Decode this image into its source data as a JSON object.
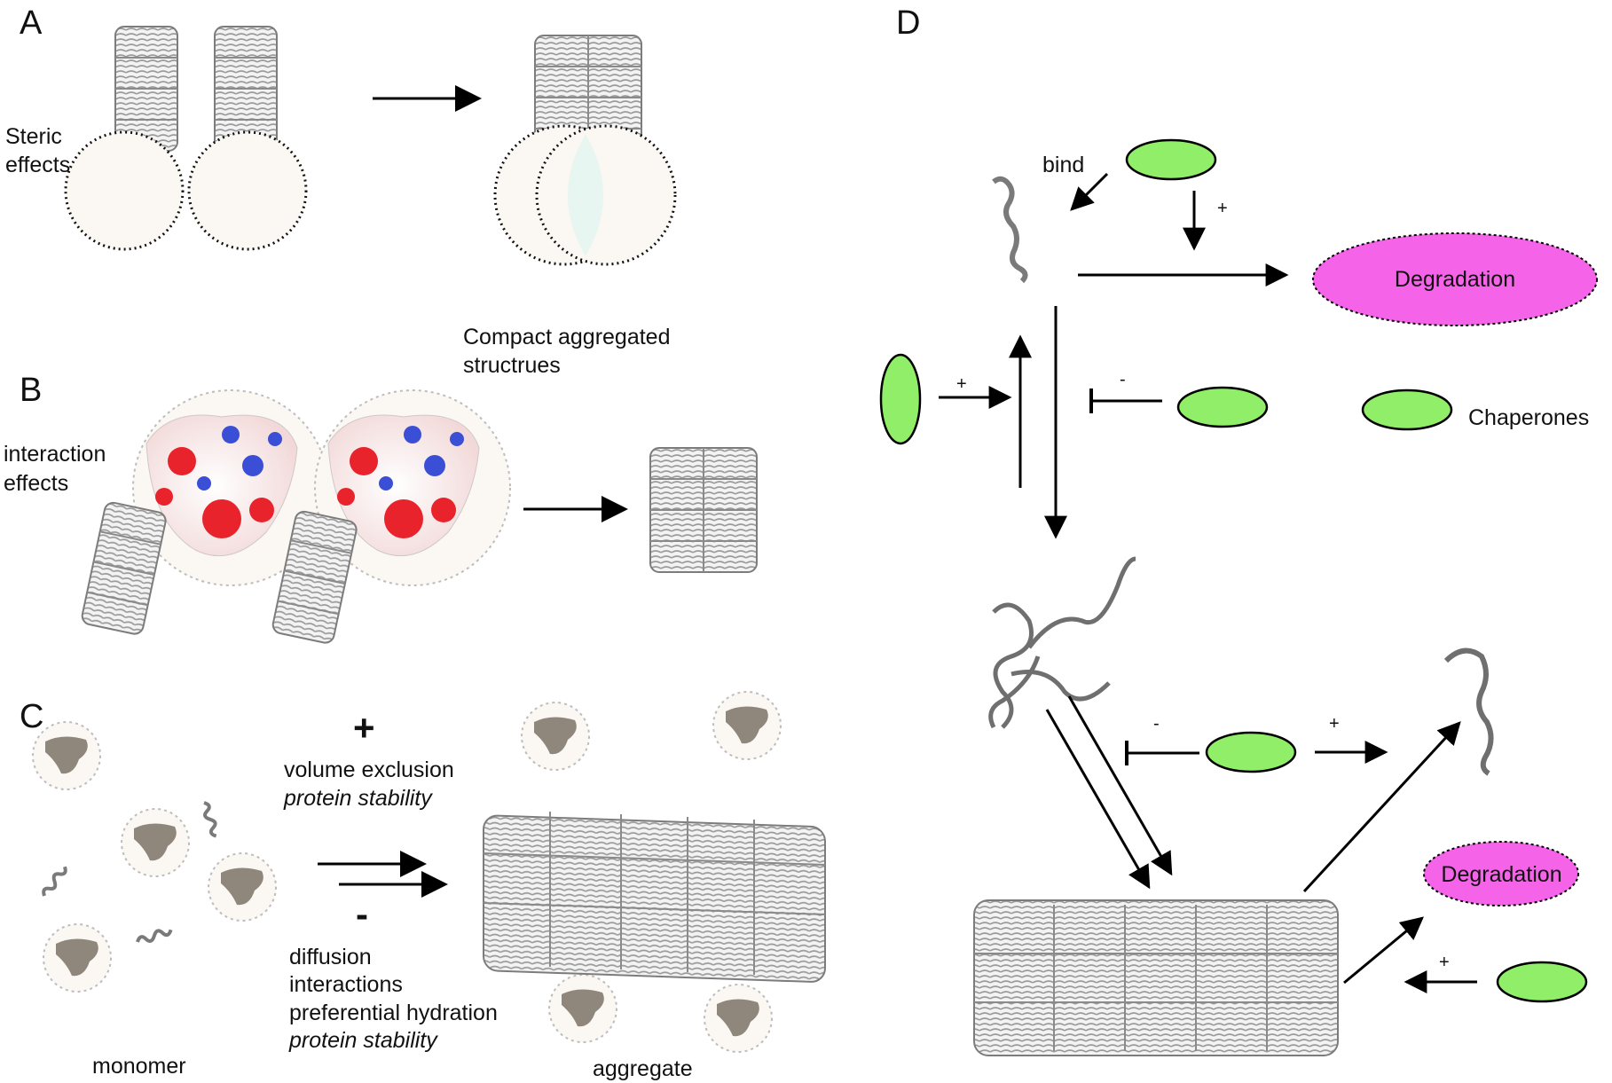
{
  "panels": {
    "a": "A",
    "b": "B",
    "c": "C",
    "d": "D"
  },
  "panel_a": {
    "line1": "Steric",
    "line2": "effects",
    "result_line1": "Compact aggregated",
    "result_line2": "structrues"
  },
  "panel_b": {
    "line1": "interaction",
    "line2": "effects"
  },
  "panel_c": {
    "plus": "+",
    "minus": "-",
    "pos_line1": "volume exclusion",
    "pos_line2": "protein stability",
    "neg_line1": "diffusion",
    "neg_line2": "interactions",
    "neg_line3": "preferential hydration",
    "neg_line4": "protein stability",
    "monomer": "monomer",
    "aggregate": "aggregate"
  },
  "panel_d": {
    "bind": "bind",
    "plus": "+",
    "minus": "-",
    "degradation": "Degradation",
    "chaperones": "Chaperones"
  },
  "colors": {
    "chaperone": "#90ee68",
    "degradation": "#f564e8",
    "repulsive": "#e8232b",
    "attractive": "#3a4fd6",
    "crowder": "#8f877b",
    "fibril": "#d9d9d9"
  },
  "icons": [
    "fibril-icon",
    "monomer-icon",
    "crowder-icon",
    "unfolded-protein-icon",
    "chaperone-icon"
  ]
}
